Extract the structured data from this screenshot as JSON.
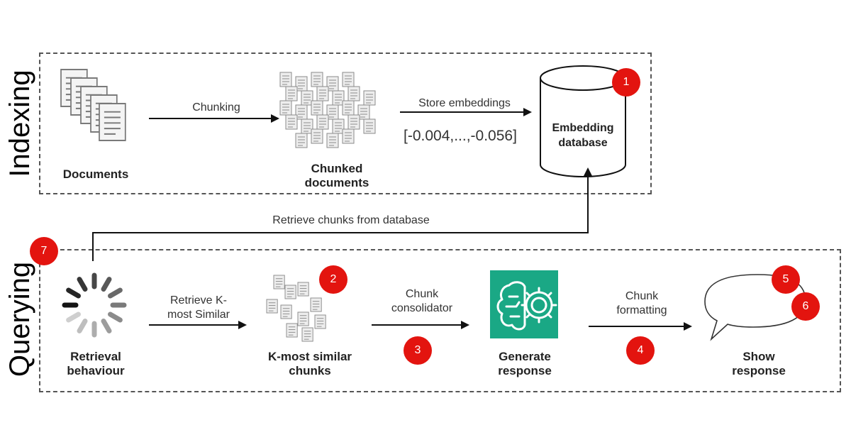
{
  "sections": {
    "indexing": "Indexing",
    "querying": "Querying"
  },
  "nodes": {
    "documents": "Documents",
    "chunked_documents": [
      "Chunked",
      "documents"
    ],
    "embedding_database": [
      "Embedding",
      "database"
    ],
    "retrieval_behaviour": [
      "Retrieval",
      "behaviour"
    ],
    "k_most_similar_chunks": [
      "K-most similar",
      "chunks"
    ],
    "generate_response": [
      "Generate",
      "response"
    ],
    "show_response": [
      "Show",
      "response"
    ]
  },
  "edges": {
    "chunking": "Chunking",
    "store_embeddings": "Store embeddings",
    "embedding_vector": "[-0.004,...,-0.056]",
    "retrieve_chunks": "Retrieve chunks from database",
    "retrieve_k": [
      "Retrieve K-",
      "most Similar"
    ],
    "chunk_consolidator": [
      "Chunk",
      "consolidator"
    ],
    "chunk_formatting": [
      "Chunk",
      "formatting"
    ]
  },
  "badges": [
    "1",
    "2",
    "3",
    "4",
    "5",
    "6",
    "7"
  ],
  "colors": {
    "badge": "#e3140f",
    "ai_icon": "#1aa885",
    "line": "#111111"
  },
  "icons": {
    "documents": "document-stack-icon",
    "chunked": "chunked-documents-icon",
    "database": "database-cylinder-icon",
    "retrieval": "loading-spinner-icon",
    "k_most": "small-document-cluster-icon",
    "generate": "ai-brain-gear-icon",
    "show": "speech-bubble-icon"
  }
}
